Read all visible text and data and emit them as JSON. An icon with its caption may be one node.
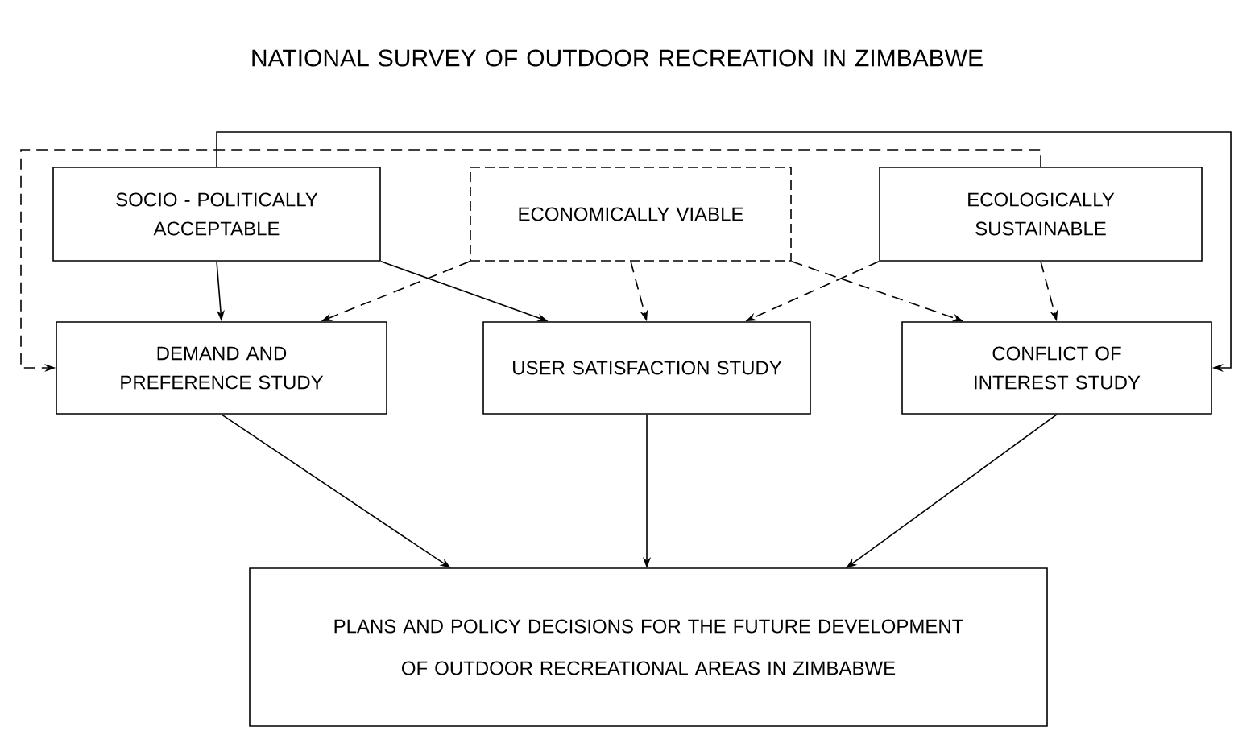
{
  "diagram": {
    "title": "NATIONAL SURVEY OF OUTDOOR RECREATION IN ZIMBABWE",
    "nodes": [
      {
        "text": [
          "SOCIO - POLITICALLY ACCEPTABLE"
        ]
      },
      {
        "text": [
          "ECONOMICALLY VIABLE"
        ]
      },
      {
        "text": [
          "ECOLOGICALLY SUSTAINABLE"
        ]
      },
      {
        "text": [
          "DEMAND AND PREFERENCE STUDY"
        ]
      },
      {
        "text": [
          "USER SATISFACTION STUDY"
        ]
      },
      {
        "text": [
          "CONFLICT OF INTEREST STUDY"
        ]
      },
      {
        "text": [
          "PLANS AND POLICY DECISIONS FOR THE FUTURE DEVELOPMENT OF OUTDOOR RECREATIONAL AREAS IN ZIMBABWE"
        ]
      }
    ],
    "edges": [
      {
        "from": 0,
        "to": 3,
        "arrow": "to"
      },
      {
        "from": 0,
        "to": 4,
        "arrow": "to"
      },
      {
        "from": 0,
        "to": 5,
        "arrow": "to"
      },
      {
        "from": 1,
        "to": 3,
        "arrow": "to",
        "style": "dashed"
      },
      {
        "from": 1,
        "to": 4,
        "arrow": "to",
        "style": "dashed"
      },
      {
        "from": 1,
        "to": 5,
        "arrow": "to",
        "style": "dashed"
      },
      {
        "from": 2,
        "to": 3,
        "arrow": "to",
        "style": "dashed"
      },
      {
        "from": 2,
        "to": 4,
        "arrow": "to",
        "style": "dashed"
      },
      {
        "from": 2,
        "to": 5,
        "arrow": "to",
        "style": "dashed"
      },
      {
        "from": 3,
        "to": 6,
        "arrow": "to"
      },
      {
        "from": 4,
        "to": 6,
        "arrow": "to"
      },
      {
        "from": 5,
        "to": 6,
        "arrow": "to"
      }
    ]
  }
}
